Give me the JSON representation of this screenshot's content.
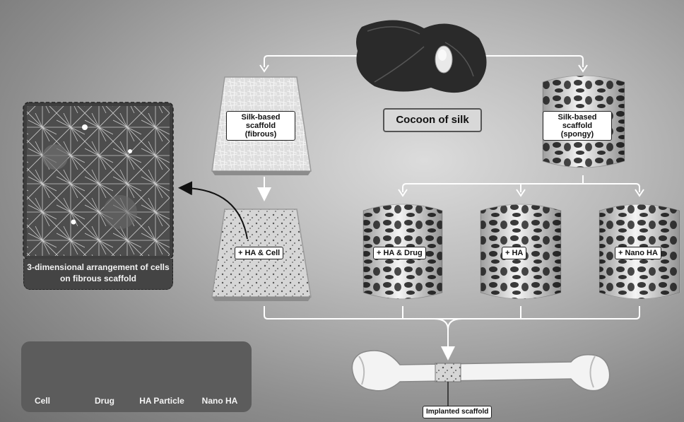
{
  "diagram": {
    "top_label": "Cocoon of silk",
    "fibrous_scaffold_label": "Silk-based scaffold (fibrous)",
    "spongy_scaffold_label": "Silk-based scaffold (spongy)",
    "ha_cell_label": "+ HA & Cell",
    "ha_drug_label": "+ HA & Drug",
    "ha_label": "+ HA",
    "nano_ha_label": "+ Nano HA",
    "micro_caption": "3-dimensional arrangement of cells on fibrous scaffold",
    "implant_label": "Implanted scaffold",
    "legend": [
      {
        "label": "Cell",
        "icon": "cell-icon"
      },
      {
        "label": "Drug",
        "icon": "drug-icon"
      },
      {
        "label": "HA Particle",
        "icon": "ha-particle-icon"
      },
      {
        "label": "Nano HA",
        "icon": "nano-ha-icon"
      }
    ]
  }
}
